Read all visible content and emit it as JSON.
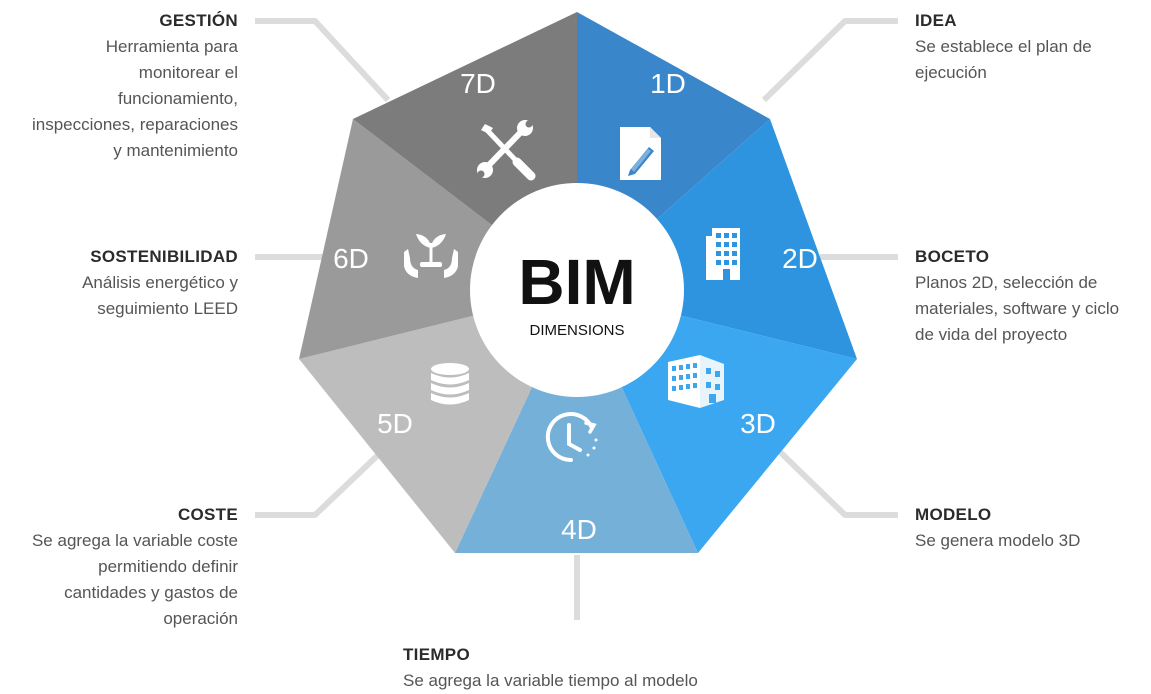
{
  "center": {
    "title": "BIM",
    "subtitle": "DIMENSIONS"
  },
  "colors": {
    "1D": "#3a86ca",
    "2D": "#2f94df",
    "3D": "#3aa7f0",
    "4D": "#74b0d8",
    "5D": "#bdbdbd",
    "6D": "#9a9a9a",
    "7D": "#7c7c7c",
    "connector": "#dcdcdc"
  },
  "segments": [
    {
      "key": "1D",
      "code": "1D",
      "icon": "document-edit-icon"
    },
    {
      "key": "2D",
      "code": "2D",
      "icon": "building-icon"
    },
    {
      "key": "3D",
      "code": "3D",
      "icon": "3d-buildings-icon"
    },
    {
      "key": "4D",
      "code": "4D",
      "icon": "clock-time-icon"
    },
    {
      "key": "5D",
      "code": "5D",
      "icon": "database-cost-icon"
    },
    {
      "key": "6D",
      "code": "6D",
      "icon": "hands-plant-icon"
    },
    {
      "key": "7D",
      "code": "7D",
      "icon": "tools-icon"
    }
  ],
  "labels": {
    "idea": {
      "title": "IDEA",
      "desc": "Se establece el plan de\nejecución"
    },
    "boceto": {
      "title": "BOCETO",
      "desc": "Planos 2D, selección de\nmateriales, software y ciclo\nde vida del proyecto"
    },
    "modelo": {
      "title": "MODELO",
      "desc": "Se genera modelo 3D"
    },
    "tiempo": {
      "title": "TIEMPO",
      "desc": "Se agrega la variable tiempo al modelo"
    },
    "coste": {
      "title": "COSTE",
      "desc": "Se agrega la variable coste\npermitiendo definir\ncantidades y gastos de\noperación"
    },
    "sostenibilidad": {
      "title": "SOSTENIBILIDAD",
      "desc": "Análisis energético y\nseguimiento LEED"
    },
    "gestion": {
      "title": "GESTIÓN",
      "desc": "Herramienta para\nmonitorear el\nfuncionamiento,\ninspecciones, reparaciones\ny mantenimiento"
    }
  }
}
